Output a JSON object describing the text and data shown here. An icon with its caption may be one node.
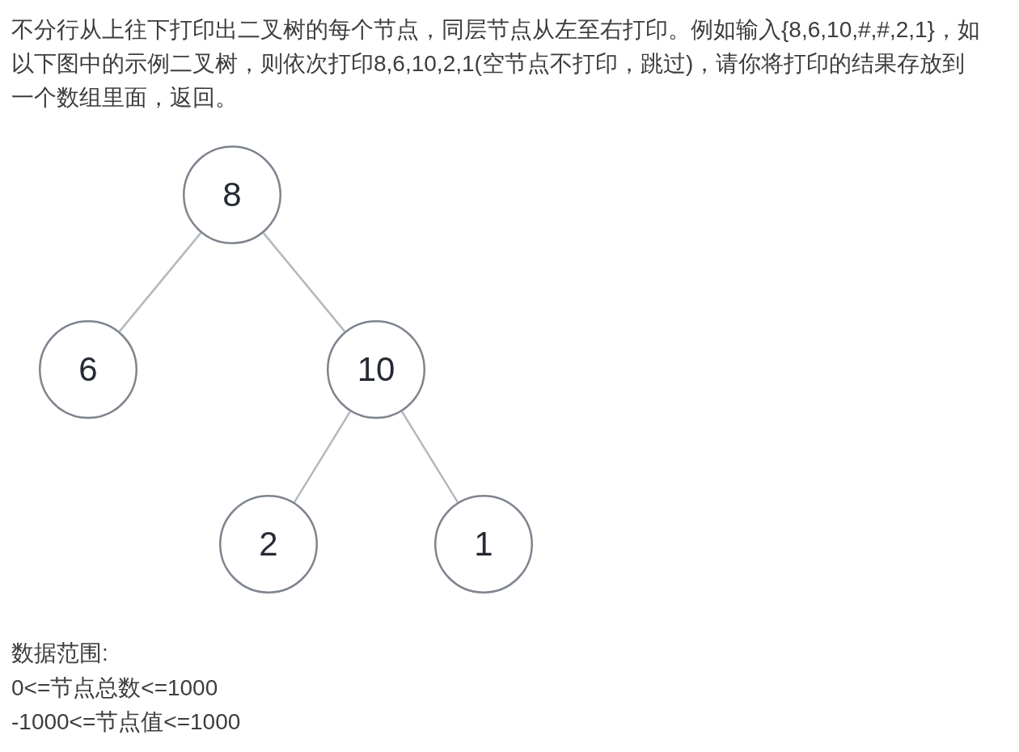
{
  "diagram": {
    "nodes": [
      {
        "text": [
          "8"
        ]
      },
      {
        "text": [
          "6"
        ]
      },
      {
        "text": [
          "10"
        ]
      },
      {
        "text": [
          "2"
        ]
      },
      {
        "text": [
          "1"
        ]
      }
    ],
    "edges": [
      {
        "from": 0,
        "to": 1,
        "arrow": "none"
      },
      {
        "from": 0,
        "to": 2,
        "arrow": "none"
      },
      {
        "from": 2,
        "to": 3,
        "arrow": "none"
      },
      {
        "from": 2,
        "to": 4,
        "arrow": "none"
      }
    ],
    "labels": [
      "不分行从上往下打印出二叉树的每个节点，同层节点从左至右打印。例如输入{8,6,10,#,#,2,1}，如以下图中的示例二叉树，则依次打印8,6,10,2,1(空节点不打印，跳过)，请你将打印的结果存放到一个数组里面，返回。",
      "数据范围:",
      "0<=节点总数<=1000",
      "-1000<=节点值<=1000"
    ]
  }
}
